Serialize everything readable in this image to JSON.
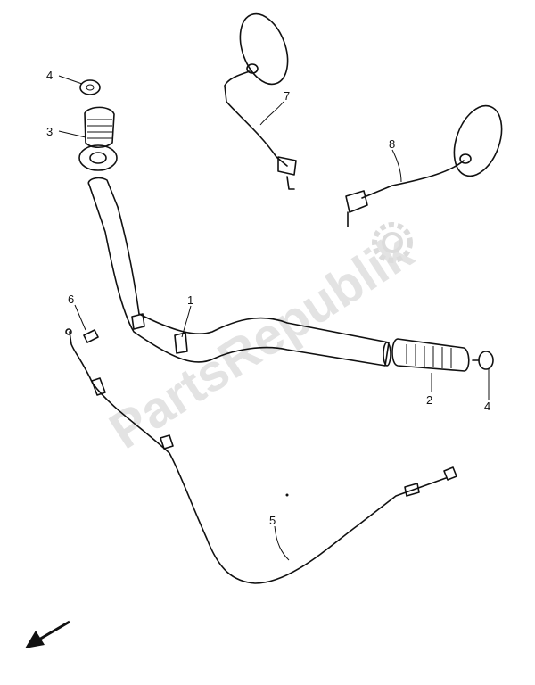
{
  "watermark": {
    "text": "PartsRepublik",
    "icon": "gear-icon",
    "color": "#e3e3e3"
  },
  "callouts": {
    "c1": "1",
    "c2": "2",
    "c3": "3",
    "c4a": "4",
    "c4b": "4",
    "c5": "5",
    "c6": "6",
    "c7": "7",
    "c8": "8"
  },
  "direction_arrow": {
    "icon": "front-direction-arrow-icon"
  },
  "colors": {
    "ink": "#111111",
    "watermark": "#e3e3e3"
  }
}
